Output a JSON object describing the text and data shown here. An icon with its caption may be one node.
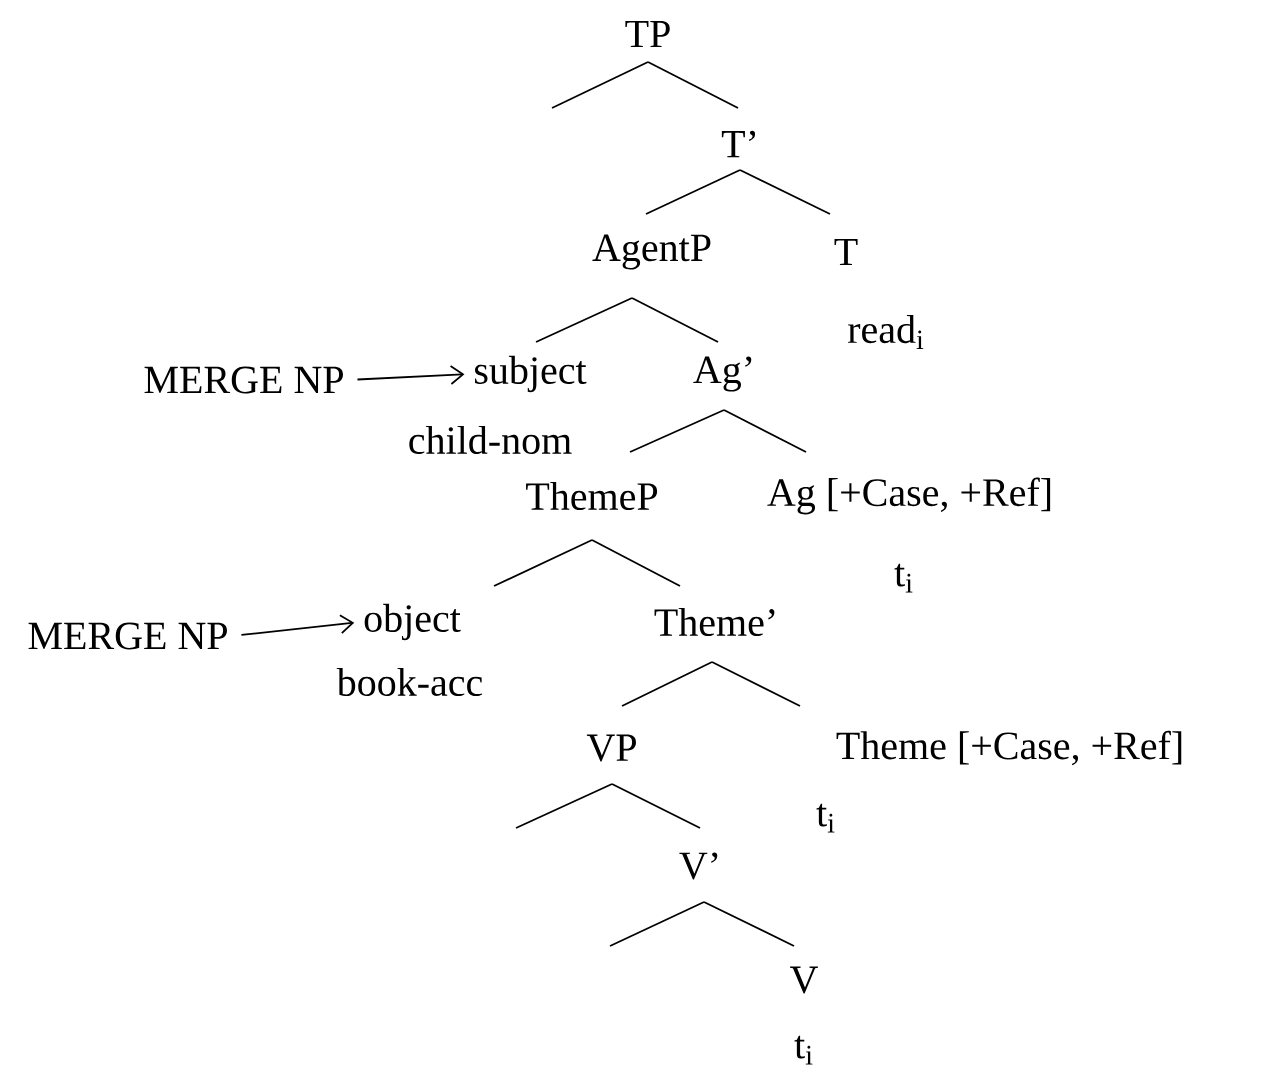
{
  "diagram": {
    "nodes": [
      {
        "text": [
          "TP"
        ]
      },
      {
        "text": [
          "T’"
        ]
      },
      {
        "text": [
          "AgentP"
        ]
      },
      {
        "text": [
          "T",
          "read$_{i}$"
        ]
      },
      {
        "text": [
          "subject",
          "child-nom"
        ]
      },
      {
        "text": [
          "Ag’"
        ]
      },
      {
        "text": [
          "ThemeP"
        ]
      },
      {
        "text": [
          "Ag [+Case, +Ref]",
          "t$_{i}$"
        ]
      },
      {
        "text": [
          "object",
          "book-acc"
        ]
      },
      {
        "text": [
          "Theme’"
        ]
      },
      {
        "text": [
          "VP"
        ]
      },
      {
        "text": [
          "Theme [+Case, +Ref]",
          "t$_{i}$"
        ]
      },
      {
        "text": [
          "V’"
        ]
      },
      {
        "text": [
          "V",
          "t$_{i}$"
        ]
      },
      {
        "text": [
          "MERGE NP"
        ]
      },
      {
        "text": [
          "MERGE NP"
        ]
      }
    ],
    "edges": [
      {
        "from": 0,
        "to": null,
        "arrow": "none"
      },
      {
        "from": 0,
        "to": 1,
        "arrow": "none"
      },
      {
        "from": 1,
        "to": 2,
        "arrow": "none"
      },
      {
        "from": 1,
        "to": 3,
        "arrow": "none"
      },
      {
        "from": 2,
        "to": 4,
        "arrow": "none"
      },
      {
        "from": 2,
        "to": 5,
        "arrow": "none"
      },
      {
        "from": 5,
        "to": 6,
        "arrow": "none"
      },
      {
        "from": 5,
        "to": 7,
        "arrow": "none"
      },
      {
        "from": 6,
        "to": 8,
        "arrow": "none"
      },
      {
        "from": 6,
        "to": 9,
        "arrow": "none"
      },
      {
        "from": 9,
        "to": 10,
        "arrow": "none"
      },
      {
        "from": 9,
        "to": 11,
        "arrow": "none"
      },
      {
        "from": 10,
        "to": null,
        "arrow": "none"
      },
      {
        "from": 10,
        "to": 12,
        "arrow": "none"
      },
      {
        "from": 12,
        "to": null,
        "arrow": "none"
      },
      {
        "from": 12,
        "to": 13,
        "arrow": "none"
      },
      {
        "from": 14,
        "to": 4,
        "arrow": "to"
      },
      {
        "from": 15,
        "to": 8,
        "arrow": "to"
      }
    ]
  }
}
